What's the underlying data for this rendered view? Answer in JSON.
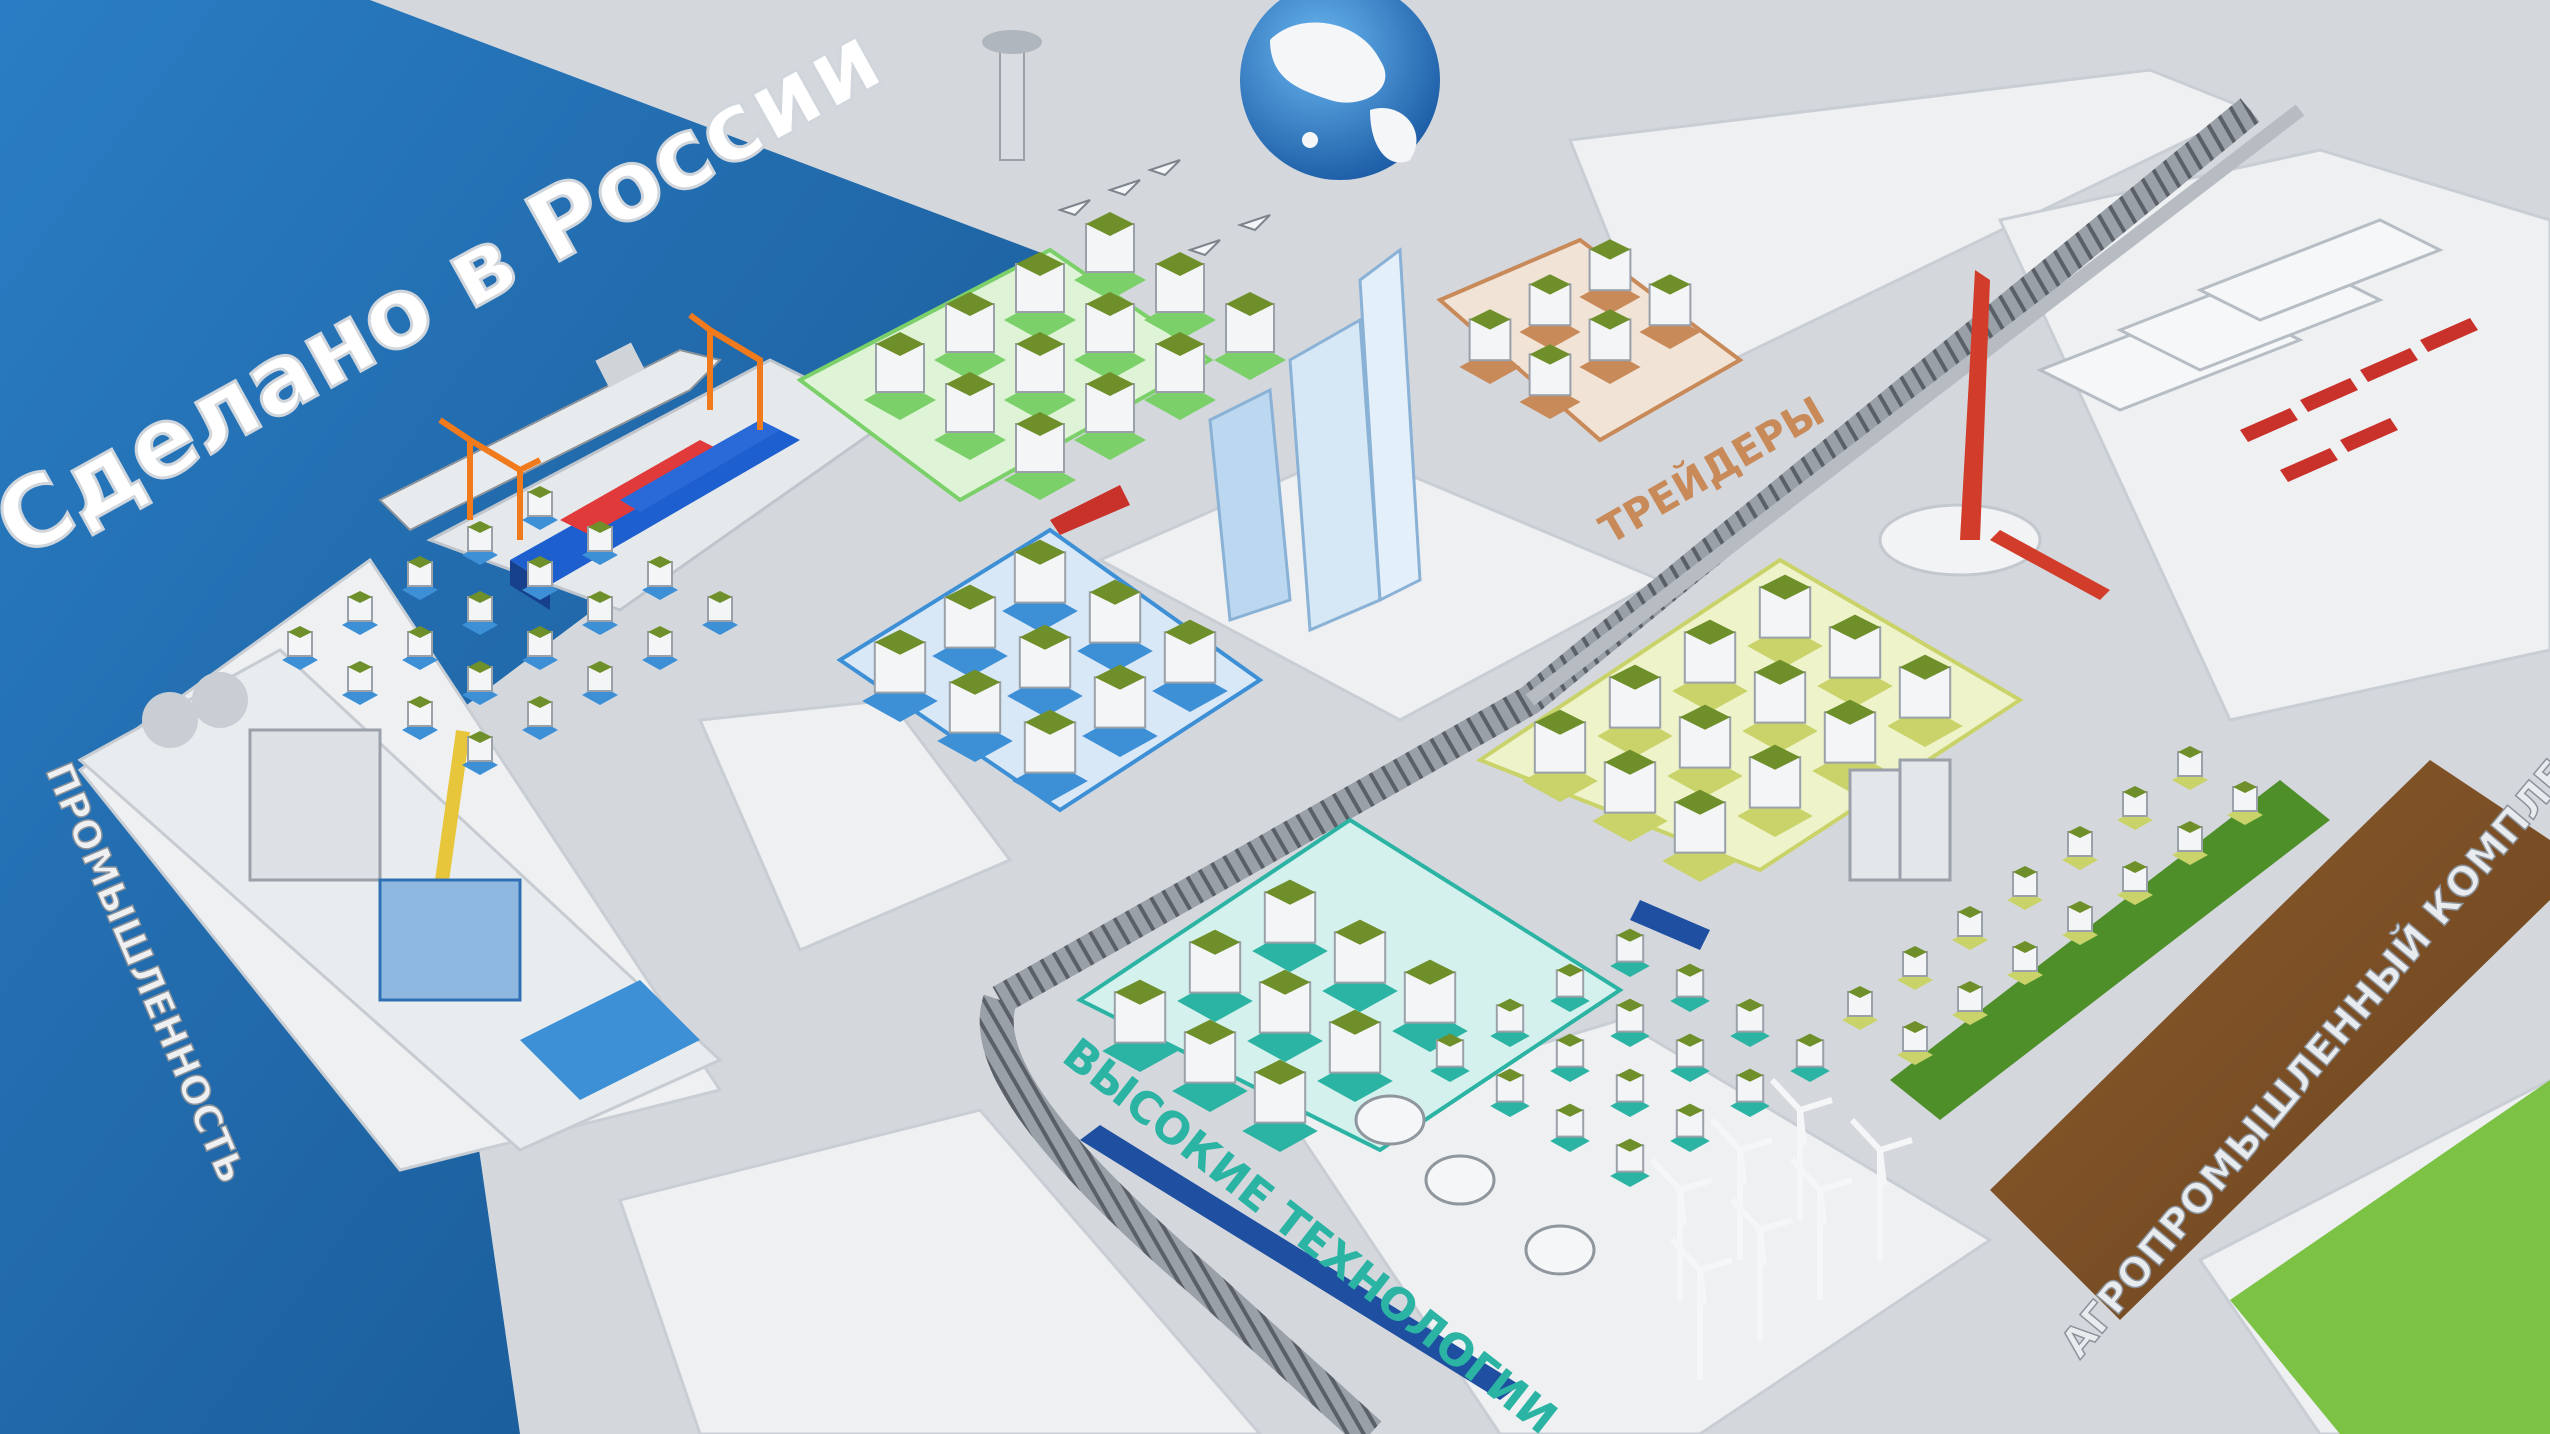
{
  "scene": {
    "title": "Сделано в России",
    "zones": {
      "industry": "ПРОМЫШЛЕННОСТЬ",
      "traders": "ТРЕЙДЕРЫ",
      "high_tech": "ВЫСОКИЕ ТЕХНОЛОГИИ",
      "agro": "АГРОПРОМЫШЛЕННЫЙ КОМПЛЕКС"
    }
  },
  "colors": {
    "sea": "#1f6fb5",
    "ground": "#d4d8dd",
    "plot": "#eef0f2",
    "roof_green": "#6f8f2a",
    "industry_blue": "#3d8fd6",
    "tech_teal": "#2bb3a3",
    "agro_yellow": "#c9d36a",
    "trader_brown": "#c98a5a",
    "residential_green": "#7bd06a",
    "container_blue": "#1e5fd0",
    "container_red": "#e03a3a",
    "monument_red": "#d23c2a"
  },
  "icons": [
    "globe-icon",
    "ship-icon",
    "crane-icon",
    "tower-icon",
    "satellite-dish-icon",
    "wind-turbine-icon",
    "train-icon",
    "truck-icon",
    "airplane-icon"
  ]
}
